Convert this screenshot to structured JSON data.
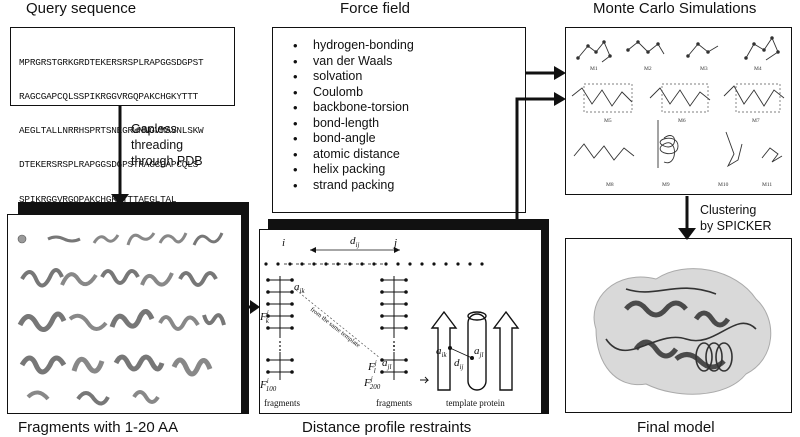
{
  "titles": {
    "query": "Query sequence",
    "force_field": "Force field",
    "monte_carlo": "Monte Carlo Simulations",
    "fragments": "Fragments with 1-20 AA",
    "restraints": "Distance profile restraints",
    "final": "Final model"
  },
  "query_sequence": [
    "MPRGRSTGRKGRDTEKERSRSPLRAPGGSDGPST",
    "RAGCGAPCQLSSPIKRGGVRGQPAKCHGKYTTT",
    "AEGLTALLNRRHSPRTSNEGRWMNGVMAVNLSKW",
    "DTEKERSRSPLRAPGGSDGPSTRAGCGAPCQLS",
    "SPIKRGGVRGQPAKCHGKYTTTAEGLTAL"
  ],
  "force_field_terms": [
    "hydrogen-bonding",
    "van der Waals",
    "solvation",
    "Coulomb",
    "backbone-torsion",
    "bond-length",
    "bond-angle",
    "atomic distance",
    "helix packing",
    "strand packing"
  ],
  "edge_labels": {
    "threading": [
      "Gapless",
      "threading",
      "through PDB"
    ],
    "clustering": [
      "Clustering",
      "by SPICKER"
    ]
  },
  "mc_models": [
    "M1",
    "M2",
    "M3",
    "M4",
    "M5",
    "M6",
    "M7",
    "M8",
    "M9",
    "M10",
    "M11"
  ],
  "restraint_panel": {
    "i": "i",
    "j": "j",
    "dij": "d",
    "dij_sub": "ij",
    "aik": "a",
    "aik_sub": "ik",
    "ajl": "a",
    "ajl_sub": "jl",
    "fk": "F",
    "fk_sup": "i",
    "fk_sub": "k",
    "f100": "F",
    "f100_sup": "i",
    "f100_sub": "100",
    "fl": "F",
    "fl_sup": "j",
    "fl_sub": "l",
    "f200": "F",
    "f200_sup": "j",
    "f200_sub": "200",
    "diagonal_note": "from the same template",
    "fragments_left": "fragments",
    "fragments_right": "fragments",
    "template_protein": "template protein"
  },
  "colors": {
    "ink": "#111111",
    "fragment_gray": "#8a8a8a",
    "surface": "#d9d9d9",
    "helix_dark": "#4a4a4a"
  }
}
